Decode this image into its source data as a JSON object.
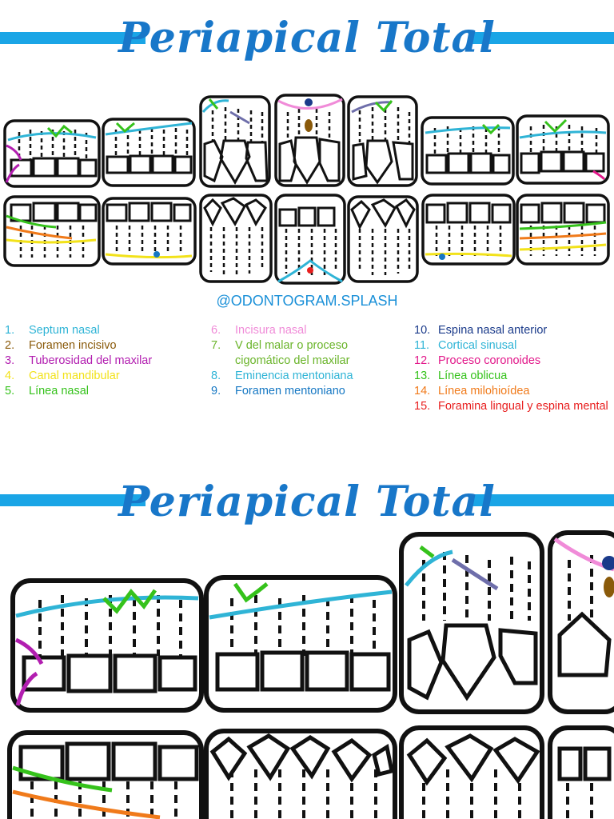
{
  "header": {
    "title": "Periapical Total"
  },
  "handle": "@ODONTOGRAM.SPLASH",
  "legend": {
    "col1": [
      {
        "num": "1.",
        "label": "Septum nasal",
        "color": "#2fb4d6"
      },
      {
        "num": "2.",
        "label": "Foramen incisivo",
        "color": "#8a5a0a"
      },
      {
        "num": "3.",
        "label": "Tuberosidad del maxilar",
        "color": "#b21eb0"
      },
      {
        "num": "4.",
        "label": "Canal mandibular",
        "color": "#f2e21a"
      },
      {
        "num": "5.",
        "label": "Línea nasal",
        "color": "#35c21b"
      }
    ],
    "col2": [
      {
        "num": "6.",
        "label": "Incisura nasal",
        "color": "#f08bd8"
      },
      {
        "num": "7.",
        "label": "V del malar o proceso cigomático del maxilar",
        "color": "#6ab42a"
      },
      {
        "num": "8.",
        "label": "Eminencia mentoniana",
        "color": "#2fb4d6"
      },
      {
        "num": "9.",
        "label": "Foramen mentoniano",
        "color": "#1577c3"
      }
    ],
    "col3": [
      {
        "num": "10.",
        "label": "Espina nasal anterior",
        "color": "#1a3a8a"
      },
      {
        "num": "11.",
        "label": "Cortical sinusal",
        "color": "#2fb4d6"
      },
      {
        "num": "12.",
        "label": "Proceso coronoides",
        "color": "#e2188a"
      },
      {
        "num": "13.",
        "label": "Línea oblicua",
        "color": "#35c21b"
      },
      {
        "num": "14.",
        "label": "Línea milohioídea",
        "color": "#f07a1a"
      },
      {
        "num": "15.",
        "label": "Foramina lingual y espina mental",
        "color": "#e81e1e"
      }
    ]
  },
  "colors": {
    "accent_bar": "#1aa5e6",
    "title": "#1877c9"
  }
}
